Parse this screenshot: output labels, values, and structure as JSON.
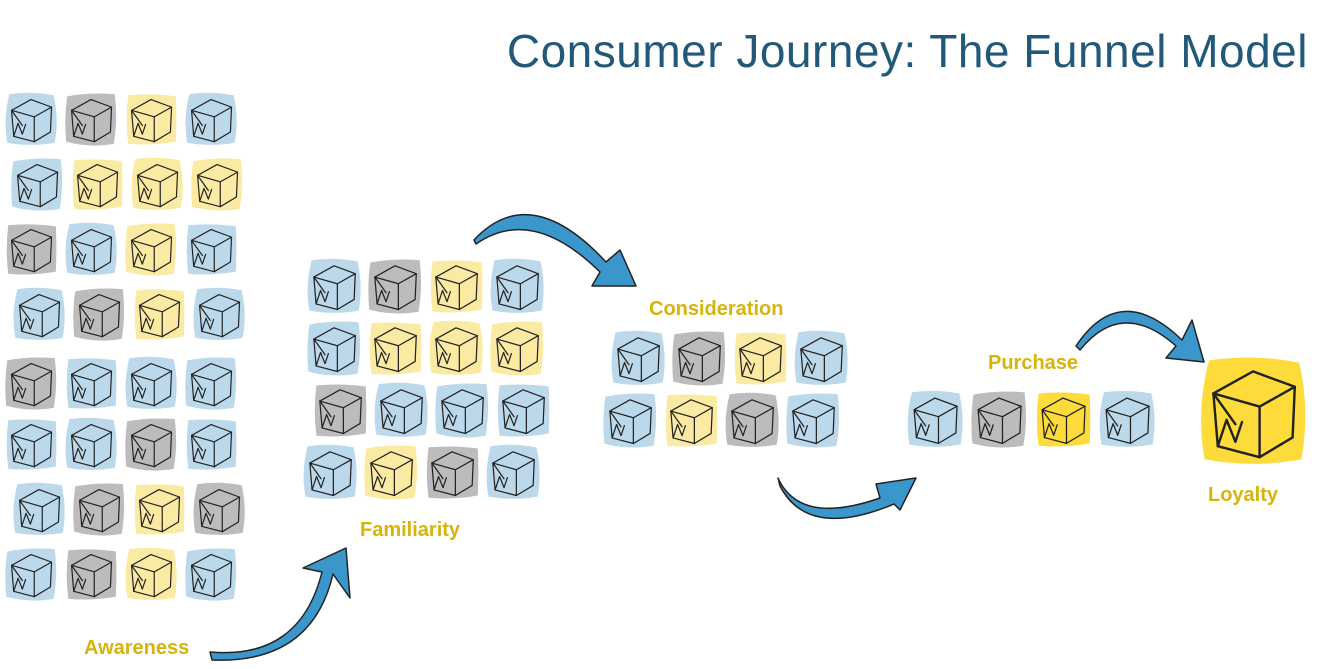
{
  "title": "Consumer Journey: The Funnel Model",
  "colors": {
    "title": "#22597a",
    "label": "#d7b30c",
    "blue": "#bcd9ec",
    "gray": "#bdbbbb",
    "yellow": "#fbeaa2",
    "gold": "#fcdb3a",
    "arrow": "#3b97cb",
    "stroke": "#222222"
  },
  "stages": [
    {
      "id": "awareness",
      "label": "Awareness",
      "rows": [
        [
          "blue",
          "gray",
          "yellow",
          "blue"
        ],
        [
          "blue",
          "yellow",
          "yellow",
          "yellow"
        ],
        [
          "gray",
          "blue",
          "yellow",
          "blue"
        ],
        [
          "blue",
          "gray",
          "yellow",
          "blue"
        ],
        [
          "gray",
          "blue",
          "blue",
          "blue"
        ],
        [
          "blue",
          "blue",
          "gray",
          "blue"
        ],
        [
          "blue",
          "gray",
          "yellow",
          "gray"
        ],
        [
          "blue",
          "gray",
          "yellow",
          "blue"
        ]
      ]
    },
    {
      "id": "familiarity",
      "label": "Familiarity",
      "rows": [
        [
          "blue",
          "gray",
          "yellow",
          "blue"
        ],
        [
          "blue",
          "yellow",
          "yellow",
          "yellow"
        ],
        [
          "gray",
          "blue",
          "blue",
          "blue"
        ],
        [
          "blue",
          "yellow",
          "gray",
          "blue"
        ]
      ]
    },
    {
      "id": "consideration",
      "label": "Consideration",
      "rows": [
        [
          "blue",
          "gray",
          "yellow",
          "blue"
        ],
        [
          "blue",
          "yellow",
          "gray",
          "blue"
        ]
      ]
    },
    {
      "id": "purchase",
      "label": "Purchase",
      "rows": [
        [
          "blue",
          "gray",
          "gold",
          "blue"
        ]
      ]
    },
    {
      "id": "loyalty",
      "label": "Loyalty",
      "rows": [
        [
          "gold"
        ]
      ]
    }
  ]
}
